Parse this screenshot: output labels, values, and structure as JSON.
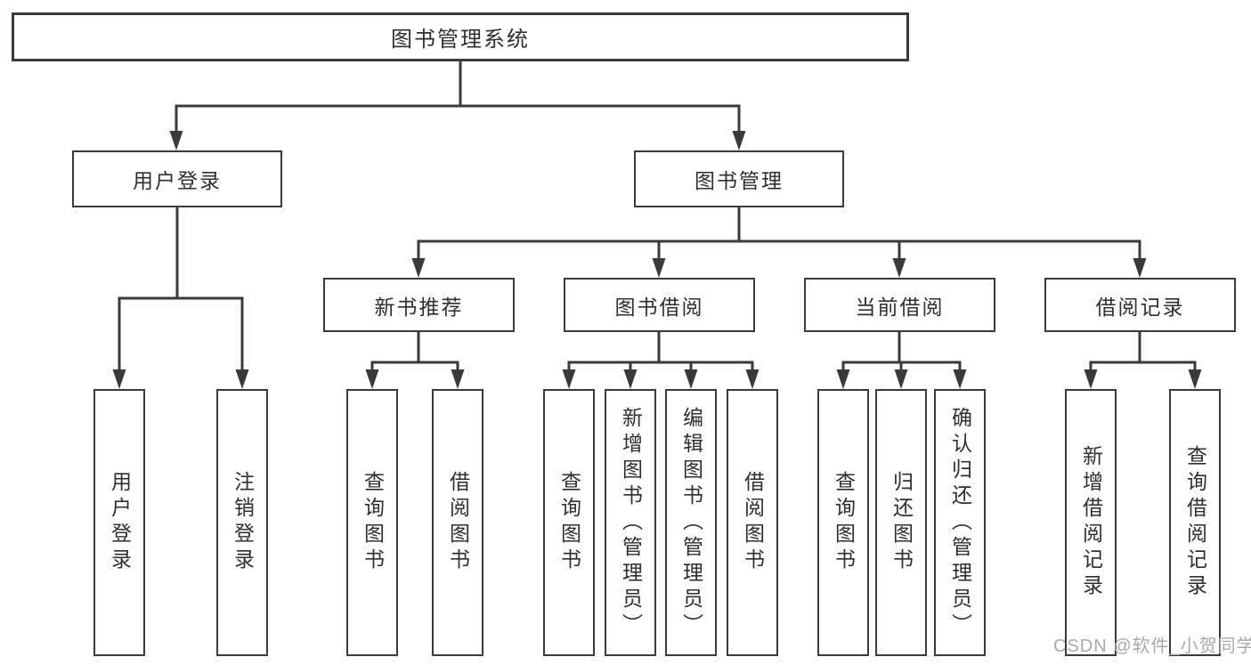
{
  "tree": {
    "root": {
      "label": "图书管理系统",
      "children": [
        {
          "label": "用户登录",
          "children": [
            {
              "label": "用户登录"
            },
            {
              "label": "注销登录"
            }
          ]
        },
        {
          "label": "图书管理",
          "children": [
            {
              "label": "新书推荐",
              "children": [
                {
                  "label": "查询图书"
                },
                {
                  "label": "借阅图书"
                }
              ]
            },
            {
              "label": "图书借阅",
              "children": [
                {
                  "label": "查询图书"
                },
                {
                  "label": "新增图书（管理员）"
                },
                {
                  "label": "编辑图书（管理员）"
                },
                {
                  "label": "借阅图书"
                }
              ]
            },
            {
              "label": "当前借阅",
              "children": [
                {
                  "label": "查询图书"
                },
                {
                  "label": "归还图书"
                },
                {
                  "label": "确认归还（管理员）"
                }
              ]
            },
            {
              "label": "借阅记录",
              "children": [
                {
                  "label": "新增借阅记录"
                },
                {
                  "label": "查询借阅记录"
                }
              ]
            }
          ]
        }
      ]
    }
  },
  "watermark": "CSDN @软件_小贺同学",
  "colors": {
    "line": "#3a3a3a",
    "box_border": "#3a3a3a",
    "text": "#2f2f2f",
    "background": "#ffffff",
    "watermark": "#a9a9a9"
  }
}
